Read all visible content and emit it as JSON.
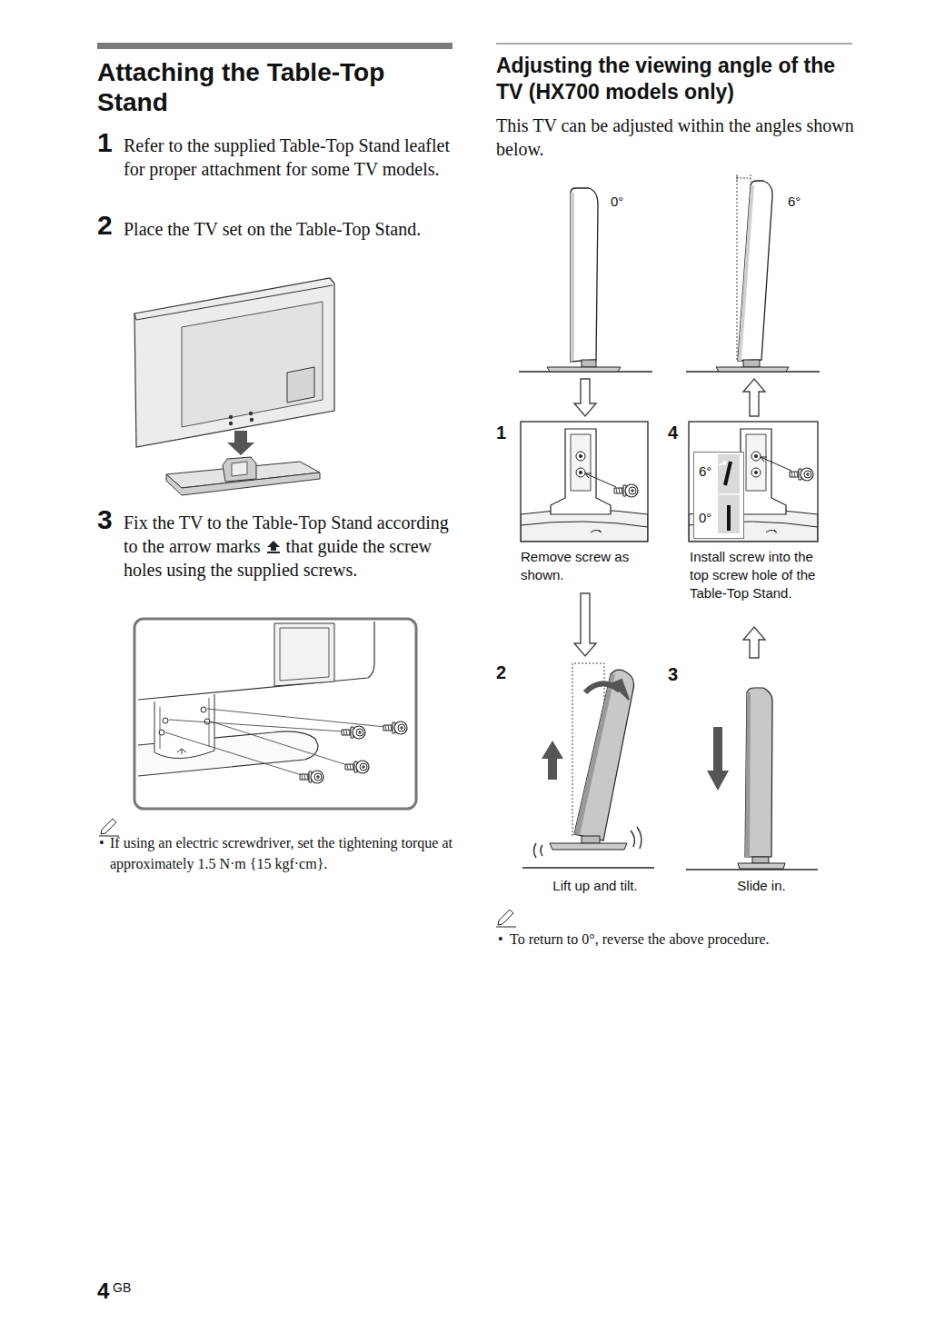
{
  "diagram": {
    "nodes": [
      {
        "text": [
          "0°"
        ]
      },
      {
        "text": [
          "6°"
        ]
      },
      {
        "text": [
          "1",
          "Remove screw as shown."
        ]
      },
      {
        "text": [
          "4",
          "Install screw into the top screw hole of the Table-Top Stand."
        ]
      },
      {
        "text": [
          "6°",
          "0°"
        ],
        "in": 3
      },
      {
        "text": [
          "2",
          "Lift up and tilt."
        ]
      },
      {
        "text": [
          "3",
          "Slide in."
        ]
      }
    ],
    "edges": [
      {
        "from": 0,
        "to": 2,
        "arrow": "to"
      },
      {
        "from": 2,
        "to": 5,
        "arrow": "to"
      },
      {
        "from": 6,
        "to": 3,
        "arrow": "to"
      },
      {
        "from": 3,
        "to": 1,
        "arrow": "to"
      }
    ],
    "labels": [
      "Attaching the Table-Top Stand",
      "1",
      "Refer to the supplied Table-Top Stand leaflet for proper attachment for some TV models.",
      "2",
      "Place the TV set on the Table-Top Stand.",
      "3",
      "Fix the TV to the Table-Top Stand according to the arrow marks",
      "that guide the screw holes using the supplied screws.",
      "•",
      "If using an electric screwdriver, set the tightening torque at approximately 1.5 N·m {15 kgf·cm}.",
      "Adjusting the viewing angle of the TV (HX700 models only)",
      "This TV can be adjusted within the angles shown below.",
      "•",
      "To return to 0°, reverse the above procedure.",
      "4",
      "GB"
    ]
  }
}
